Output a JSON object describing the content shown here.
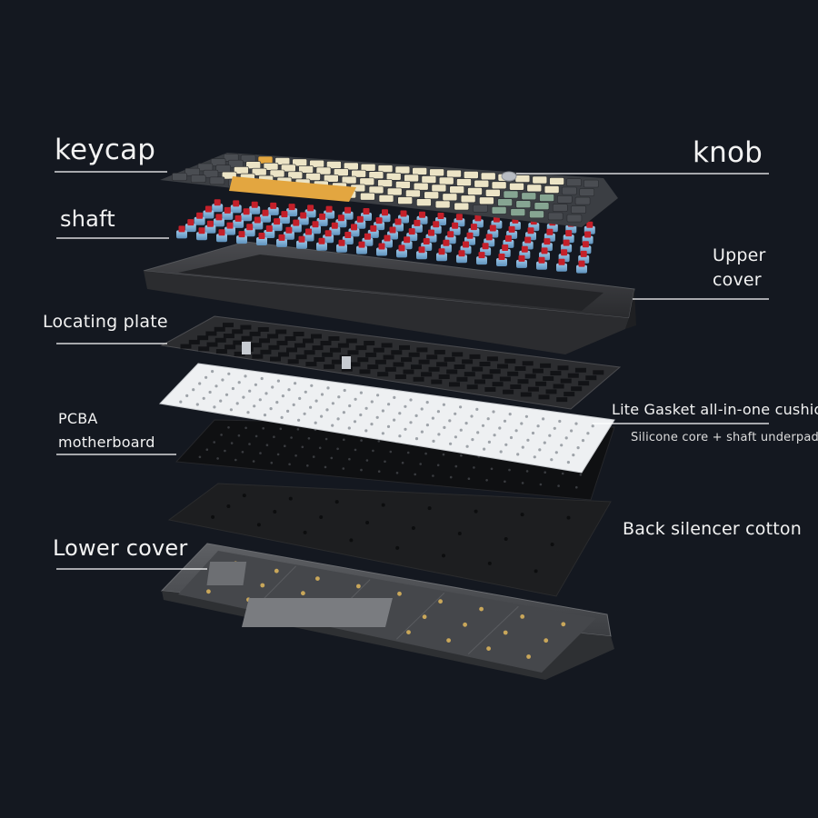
{
  "labels": {
    "keycap": "keycap",
    "knob": "knob",
    "shaft": "shaft",
    "upper_cover_line1": "Upper",
    "upper_cover_line2": "cover",
    "locating_plate": "Locating plate",
    "gasket": "Lite Gasket all-in-one cushion",
    "gasket_sub": "Silicone core + shaft underpad",
    "pcba_line1": "PCBA",
    "pcba_line2": "motherboard",
    "back_silencer": "Back silencer cotton",
    "lower_cover": "Lower cover"
  },
  "colors": {
    "background": "#141820",
    "leader_line": "#ffffff",
    "keycap_dark": "#4a4d52",
    "keycap_cream": "#ece4c6",
    "keycap_orange": "#e3a640",
    "keycap_green": "#86a592",
    "switch_red": "#c4202a",
    "switch_blue": "#7fb3d8",
    "upper_cover": "#3a3b3e",
    "locating_plate": "#2c2d30",
    "gasket": "#eef0f2",
    "pcba": "#0e0f11",
    "silencer": "#1b1c1e",
    "lower_cover": "#505256"
  }
}
